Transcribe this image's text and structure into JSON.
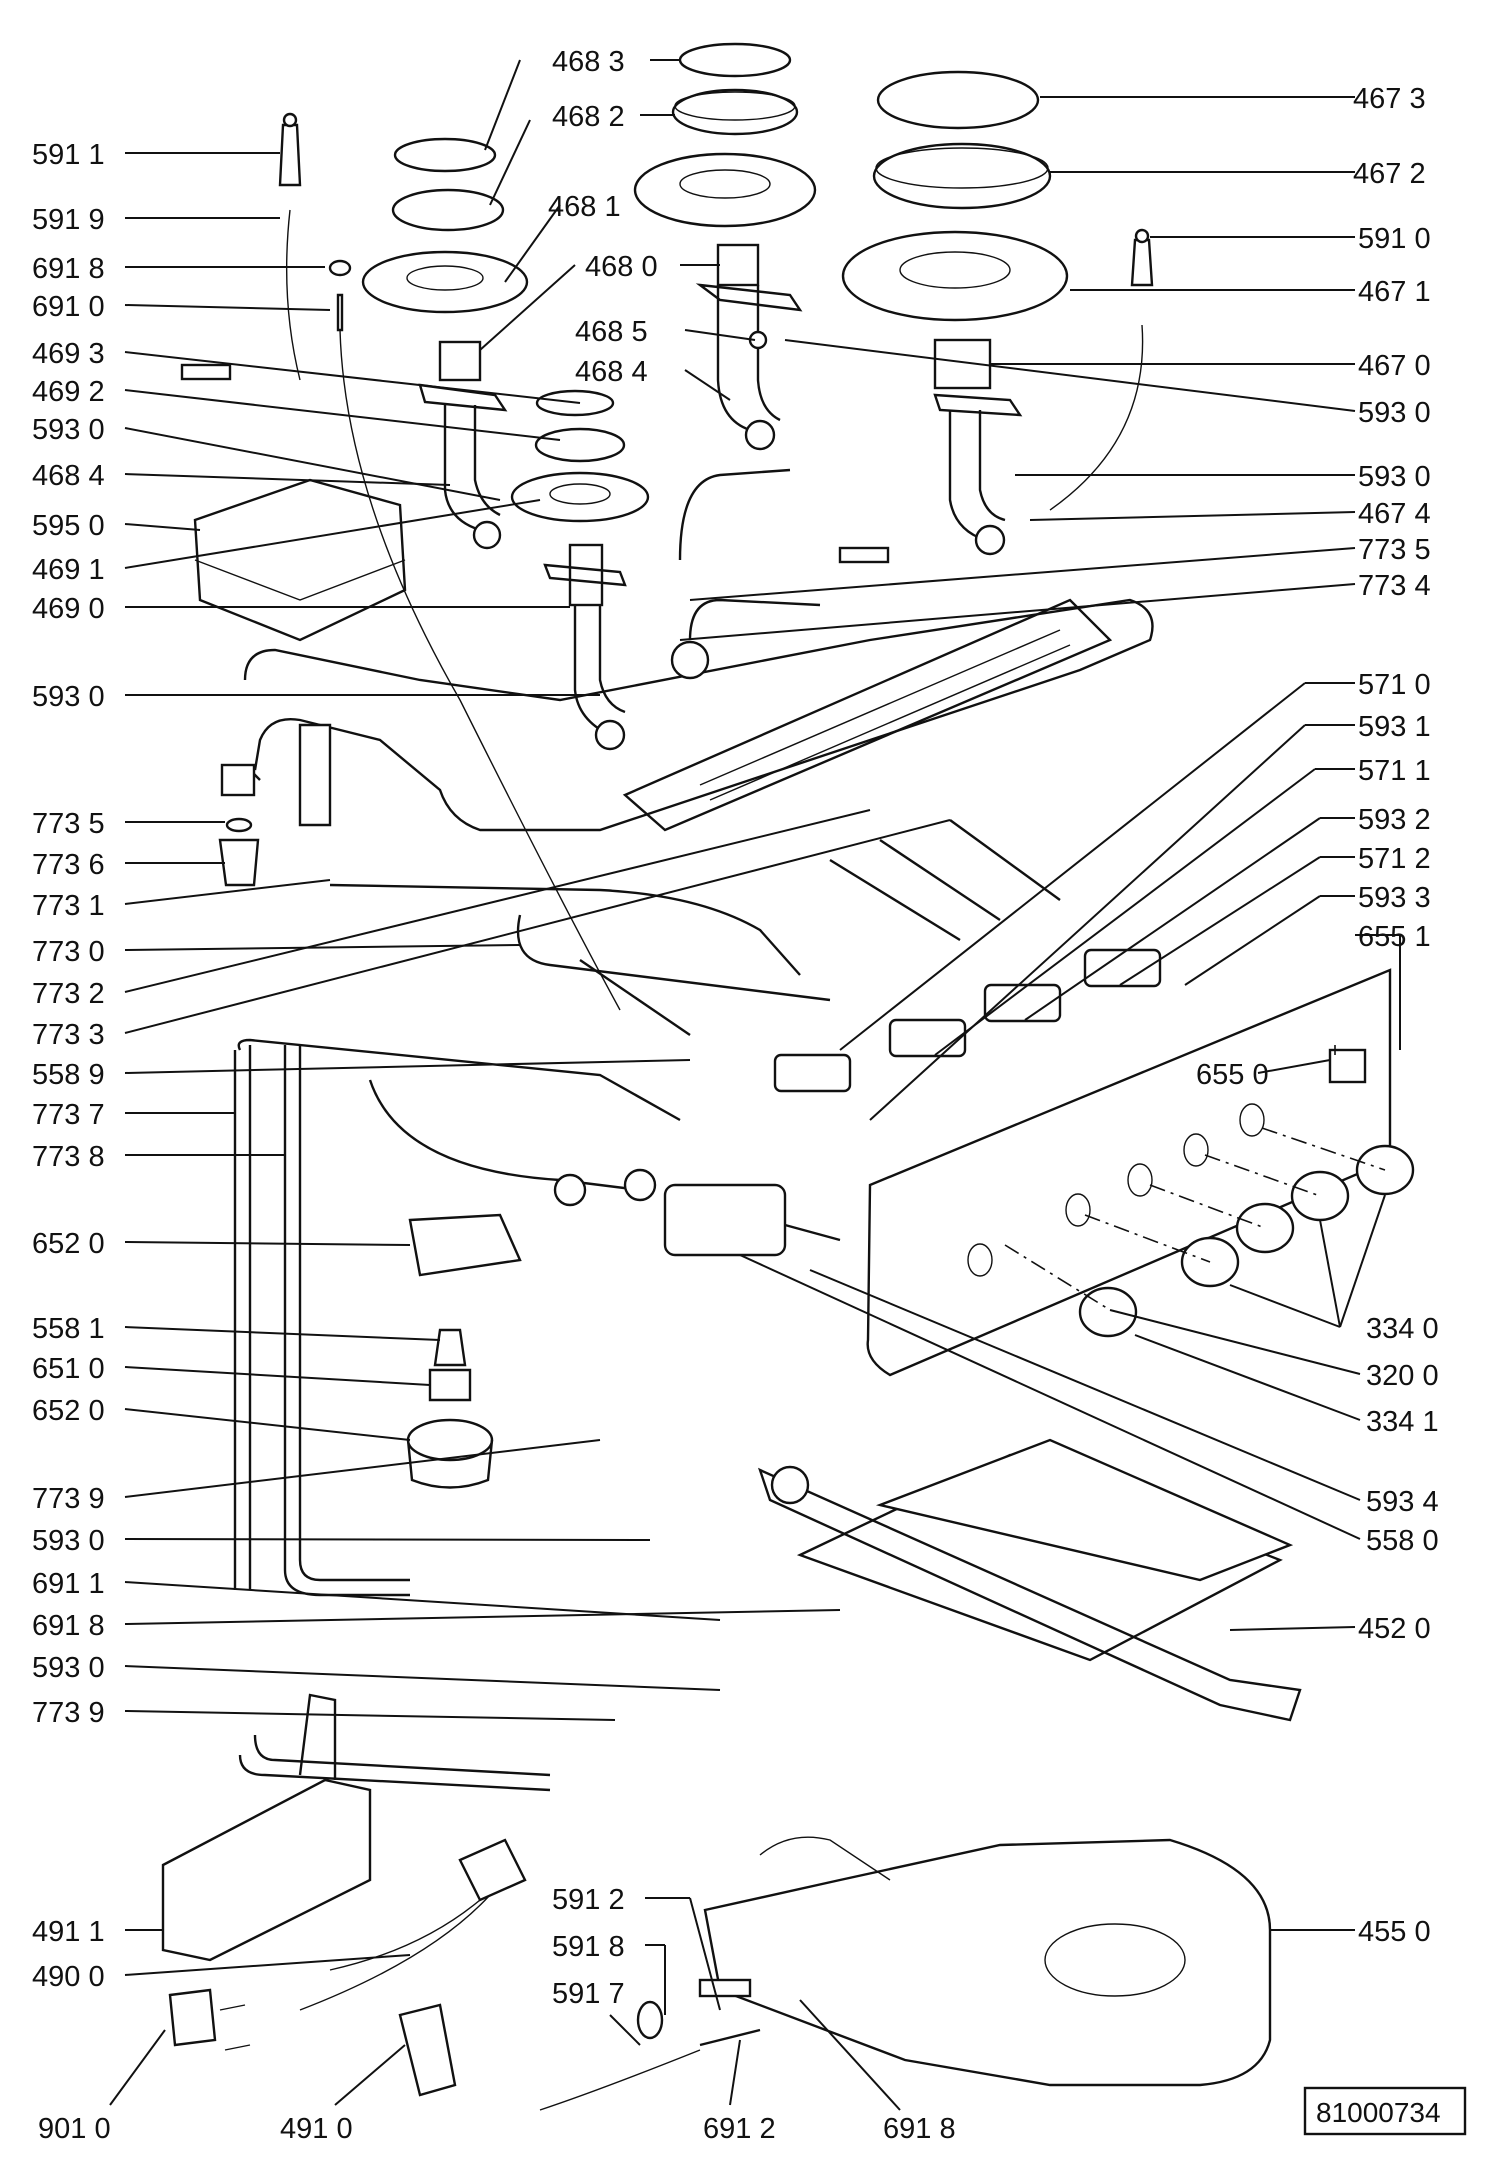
{
  "drawing_number": "81000734",
  "labels_left": [
    "591 1",
    "591 9",
    "691 8",
    "691 0",
    "469 3",
    "469 2",
    "593 0",
    "468 4",
    "595 0",
    "469 1",
    "469 0",
    "593 0",
    "773 5",
    "773 6",
    "773 1",
    "773 0",
    "773 2",
    "773 3",
    "558 9",
    "773 7",
    "773 8",
    "652 0",
    "558 1",
    "651 0",
    "652 0",
    "773 9",
    "593 0",
    "691 1",
    "691 8",
    "593 0",
    "773 9",
    "491 1",
    "490 0"
  ],
  "labels_top": [
    "468 3",
    "468 2",
    "468 1",
    "468 0",
    "468 5",
    "468 4"
  ],
  "labels_right": [
    "467 3",
    "467 2",
    "591 0",
    "467 1",
    "467 0",
    "593 0",
    "593 0",
    "467 4",
    "773 5",
    "773 4",
    "571 0",
    "593 1",
    "571 1",
    "593 2",
    "571 2",
    "593 3",
    "655 1",
    "655 0",
    "334 0",
    "320 0",
    "334 1",
    "593 4",
    "558 0",
    "452 0",
    "455 0"
  ],
  "labels_bottom": [
    "591 2",
    "591 8",
    "591 7",
    "901 0",
    "491 0",
    "691 2",
    "691 8"
  ]
}
